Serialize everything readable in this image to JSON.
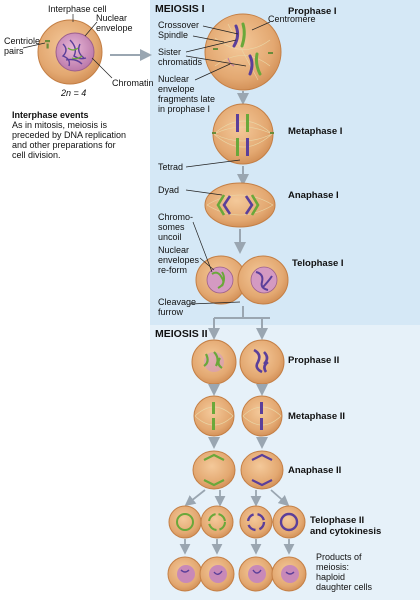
{
  "sections": {
    "meiosis1": "MEIOSIS I",
    "meiosis2": "MEIOSIS II"
  },
  "interphase": {
    "cell_label": "Interphase cell",
    "nuclear_envelope_label": [
      "Nuclear",
      "envelope"
    ],
    "centriole_label": [
      "Centriole",
      "pairs"
    ],
    "chromatin_label": "Chromatin",
    "ploidy": "2n = 4",
    "events_title": "Interphase events",
    "events_text": [
      "As in mitosis, meiosis is",
      "preceded by DNA replication",
      "and other preparations for",
      "cell division."
    ]
  },
  "meiosis1_labels": {
    "crossover": "Crossover",
    "spindle": "Spindle",
    "centromere": "Centromere",
    "sister_chromatids": [
      "Sister",
      "chromatids"
    ],
    "nuclear_fragments": [
      "Nuclear",
      "envelope",
      "fragments late",
      "in prophase I"
    ],
    "tetrad": "Tetrad",
    "dyad": "Dyad",
    "chromosomes_uncoil": [
      "Chromo-",
      "somes",
      "uncoil"
    ],
    "nuclear_reform": [
      "Nuclear",
      "envelopes",
      "re-form"
    ],
    "cleavage_furrow": [
      "Cleavage",
      "furrow"
    ]
  },
  "stages": {
    "prophase1": "Prophase I",
    "metaphase1": "Metaphase I",
    "anaphase1": "Anaphase I",
    "telophase1": "Telophase I",
    "prophase2": "Prophase II",
    "metaphase2": "Metaphase II",
    "anaphase2": "Anaphase II",
    "telophase2": [
      "Telophase II",
      "and cytokinesis"
    ],
    "products": [
      "Products of",
      "meiosis:",
      "haploid",
      "daughter cells"
    ]
  },
  "colors": {
    "meiosis1_bg": "#d5e8f6",
    "meiosis2_bg": "#e6f1f9",
    "cell_fill": "#e3a871",
    "cell_edge": "#c47f45",
    "nucleus_fill": "#c889b8",
    "chromosome_purple": "#5b3f9a",
    "chromosome_green": "#6aa83a",
    "arrow_gray": "#9aa6b1"
  }
}
